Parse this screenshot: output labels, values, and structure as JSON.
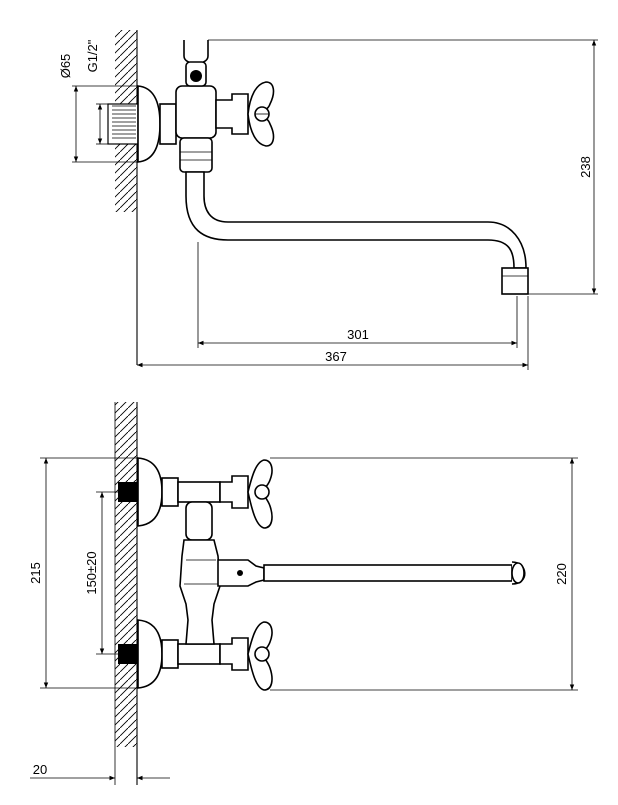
{
  "drawing": {
    "top_view": {
      "dim_outer_diameter": "Ø65",
      "dim_thread": "G1/2\"",
      "dim_height": "238",
      "dim_spout_reach": "301",
      "dim_total_reach": "367"
    },
    "front_view": {
      "dim_overall_height": "215",
      "dim_centers": "150±20",
      "dim_spout_height": "220",
      "dim_wall_offset": "20"
    }
  }
}
